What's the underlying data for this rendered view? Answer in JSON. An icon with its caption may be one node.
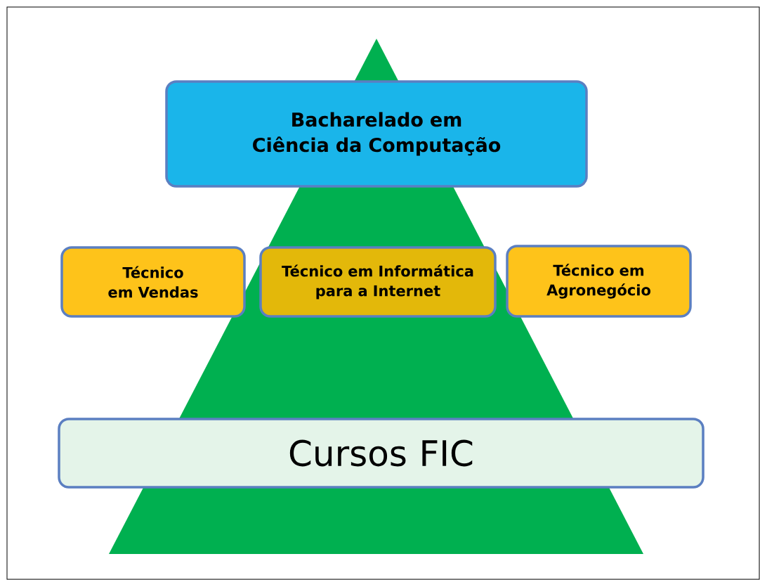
{
  "diagram": {
    "nodes": [
      {
        "text": [
          "Bacharelado em Ciência da Computação"
        ]
      },
      {
        "text": [
          "Técnico em Vendas"
        ]
      },
      {
        "text": [
          "Técnico em Informática para a Internet"
        ]
      },
      {
        "text": [
          "Técnico em Agronegócio"
        ]
      },
      {
        "text": [
          "Cursos FIC"
        ]
      }
    ]
  }
}
